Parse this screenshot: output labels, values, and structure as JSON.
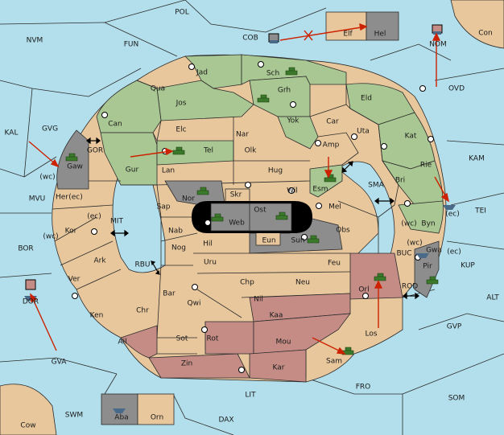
{
  "colors": {
    "sea": "#b3dfec",
    "land": "#e8c79c",
    "green": "#a9c792",
    "red": "#c48c85",
    "gray": "#8d8d8d",
    "black": "#000000",
    "arrow": "#cc2200"
  },
  "labels": {
    "pol": "POL",
    "nvm": "NVM",
    "fun": "FUN",
    "cob": "COB",
    "elf": "Elf",
    "hel": "Hel",
    "nom": "NOM",
    "con": "Con",
    "ovd": "OVD",
    "kal": "KAL",
    "gvg": "GVG",
    "gor": "GOR",
    "gaw": "Gaw",
    "wc1": "(wc)",
    "wc2": "(wc)",
    "wc3": "(wc)",
    "ec1": "(ec)",
    "ec2": "(ec)",
    "ec3": "(ec)",
    "ec4": "(ec)",
    "mvu": "MVU",
    "her": "Her",
    "kor": "Kor",
    "bor": "BOR",
    "ver": "Ver",
    "ark": "Ark",
    "ken": "Ken",
    "mit": "MIT",
    "rbu": "RBU",
    "qua": "Qua",
    "jad": "Jad",
    "sch": "Sch",
    "grh": "Grh",
    "jos": "Jos",
    "can": "Can",
    "elc": "Elc",
    "nar": "Nar",
    "yok": "Yok",
    "car": "Car",
    "eld": "Eld",
    "uta": "Uta",
    "kat": "Kat",
    "amp": "Amp",
    "kam": "KAM",
    "gur": "Gur",
    "tel": "Tel",
    "olk": "Olk",
    "lan": "Lan",
    "hug": "Hug",
    "esm": "Esm",
    "sma": "SMA",
    "bri": "Bri",
    "rie": "Rie",
    "wil": "Wil",
    "nor": "Nor",
    "skr": "Skr",
    "ost": "Ost",
    "web": "Web",
    "mel": "Mel",
    "sap": "Sap",
    "nab": "Nab",
    "byn": "Byn",
    "tei": "TEI",
    "eun": "Eun",
    "sun": "Sun",
    "obs": "Obs",
    "gwa": "Gwa",
    "nog": "Nog",
    "hil": "Hil",
    "kup": "KUP",
    "buc": "BUC",
    "pir": "Pir",
    "uru": "Uru",
    "feu": "Feu",
    "chp": "Chp",
    "neu": "Neu",
    "orl": "Orl",
    "bar": "Bar",
    "rod": "ROD",
    "alt": "ALT",
    "dor": "DOR",
    "qwi": "Qwi",
    "nil": "Nil",
    "chr": "Chr",
    "kaa": "Kaa",
    "los": "Los",
    "gvp": "GVP",
    "ail": "Ail",
    "sot": "Sot",
    "rot": "Rot",
    "mou": "Mou",
    "gva": "GVA",
    "zin": "Zin",
    "kar": "Kar",
    "sam": "Sam",
    "fro": "FRO",
    "lit": "LIT",
    "som": "SOM",
    "swm": "SWM",
    "aba": "Aba",
    "orn": "Orn",
    "cow": "Cow",
    "dax": "DAX"
  },
  "units": [
    {
      "name": "army-nom",
      "kind": "army",
      "color": "#4a6a8a"
    },
    {
      "name": "army-cob",
      "kind": "army",
      "color": "#4a6a8a"
    },
    {
      "name": "fleet-dor",
      "kind": "fleet",
      "color": "#4a6a8a"
    },
    {
      "name": "tank-grh",
      "kind": "tank",
      "color": "#3b7a2a"
    },
    {
      "name": "tank-sch",
      "kind": "tank",
      "color": "#3b7a2a"
    },
    {
      "name": "tank-tel",
      "kind": "tank",
      "color": "#3b7a2a"
    },
    {
      "name": "tank-esm",
      "kind": "tank",
      "color": "#3b7a2a"
    },
    {
      "name": "tank-gaw",
      "kind": "tank",
      "color": "#3b7a2a"
    },
    {
      "name": "tank-ost",
      "kind": "tank",
      "color": "#3b7a2a"
    },
    {
      "name": "tank-web",
      "kind": "tank",
      "color": "#3b7a2a"
    },
    {
      "name": "tank-nor",
      "kind": "tank",
      "color": "#3b7a2a"
    },
    {
      "name": "tank-sun",
      "kind": "tank",
      "color": "#3b7a2a"
    },
    {
      "name": "tank-pir",
      "kind": "tank",
      "color": "#3b7a2a"
    },
    {
      "name": "tank-orl",
      "kind": "tank",
      "color": "#3b7a2a"
    },
    {
      "name": "tank-sam",
      "kind": "tank",
      "color": "#3b7a2a"
    },
    {
      "name": "fleet-byn",
      "kind": "fleet",
      "color": "#4a6a8a"
    },
    {
      "name": "fleet-gwa",
      "kind": "fleet",
      "color": "#4a6a8a"
    },
    {
      "name": "fleet-aba",
      "kind": "fleet",
      "color": "#4a6a8a"
    }
  ]
}
